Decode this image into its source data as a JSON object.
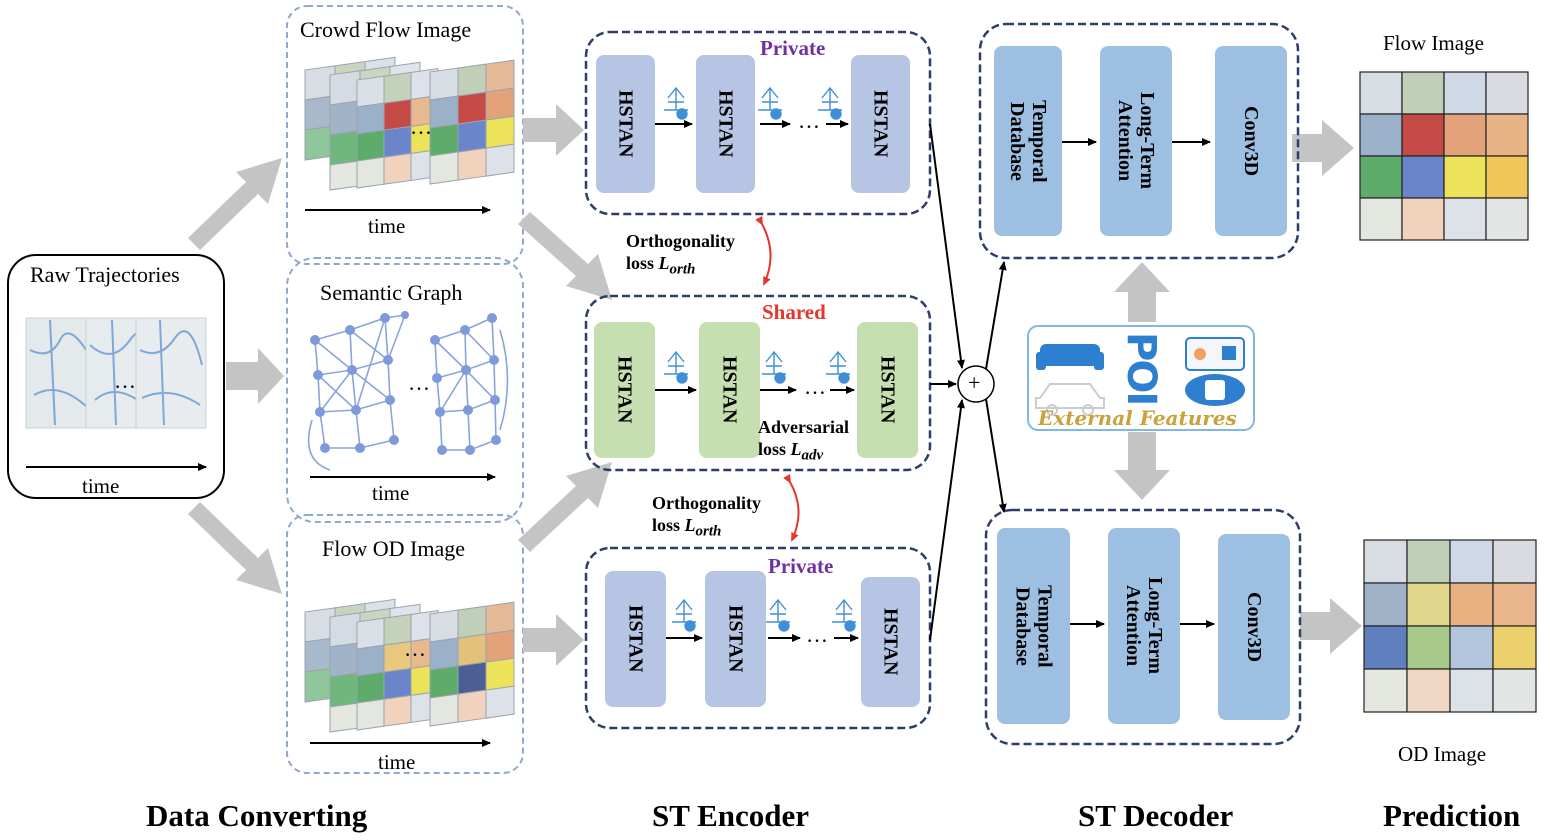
{
  "data_converting": {
    "raw_title": "Raw Trajectories",
    "raw_time": "time",
    "crowd_title": "Crowd Flow Image",
    "crowd_time": "time",
    "semantic_title": "Semantic Graph",
    "semantic_time": "time",
    "od_title": "Flow OD Image",
    "od_time": "time",
    "ellipsis": "…"
  },
  "encoder": {
    "private_label": "Private",
    "shared_label": "Shared",
    "module_label": "HSTAN",
    "ellipsis": "…",
    "orth_loss_1": {
      "word": "Orthogonality",
      "prefix": "loss ",
      "symbol": "L",
      "sub": "orth"
    },
    "orth_loss_2": {
      "word": "Orthogonality",
      "prefix": "loss ",
      "symbol": "L",
      "sub": "orth"
    },
    "adv_loss": {
      "word": "Adversarial",
      "prefix": "loss ",
      "symbol": "L",
      "sub": "adv"
    },
    "plus": "+"
  },
  "decoder": {
    "temporal_db": "Temporal\nDatabase",
    "long_term": "Long-Term\nAttention",
    "conv3d": "Conv3D",
    "poi": "POI",
    "external_features": "External Features"
  },
  "prediction": {
    "flow_image": "Flow Image",
    "od_image": "OD Image"
  },
  "sections": {
    "data_converting": "Data Converting",
    "st_encoder": "ST Encoder",
    "st_decoder": "ST Decoder",
    "prediction": "Prediction"
  },
  "colors": {
    "private_text": "#7030a0",
    "shared_text": "#e8352b",
    "panel_border": "#2e3d6b",
    "dashed_light": "#8fa8cf",
    "arrow_gray": "#c4c4c4",
    "hstan_blue": "#b5c5e3",
    "hstan_green": "#c6dfb0",
    "decoder_block": "#9dbfe2",
    "red_arrow": "#e8352b"
  },
  "flow_grid_colors": [
    [
      "#d8dde3",
      "#c2cfb8",
      "#cfd8e6",
      "#d9dbe0"
    ],
    [
      "#9bb0c9",
      "#c54a45",
      "#e3a27a",
      "#e9b388"
    ],
    [
      "#5eac6c",
      "#6a85c9",
      "#ece35a",
      "#f0c55a"
    ],
    [
      "#e3e7e0",
      "#f0d2bd",
      "#dde2e9",
      "#e1e5e4"
    ]
  ],
  "od_grid_colors": [
    [
      "#d8dde3",
      "#c2cfb8",
      "#cfd8e6",
      "#d9dbe0"
    ],
    [
      "#9fb2c8",
      "#e0d68a",
      "#e8b182",
      "#e9b58a"
    ],
    [
      "#5f7fbf",
      "#a7c98a",
      "#b3c4dd",
      "#ecd06c"
    ],
    [
      "#e3e7e0",
      "#f0d7c4",
      "#dde2e9",
      "#e1e5e4"
    ]
  ]
}
